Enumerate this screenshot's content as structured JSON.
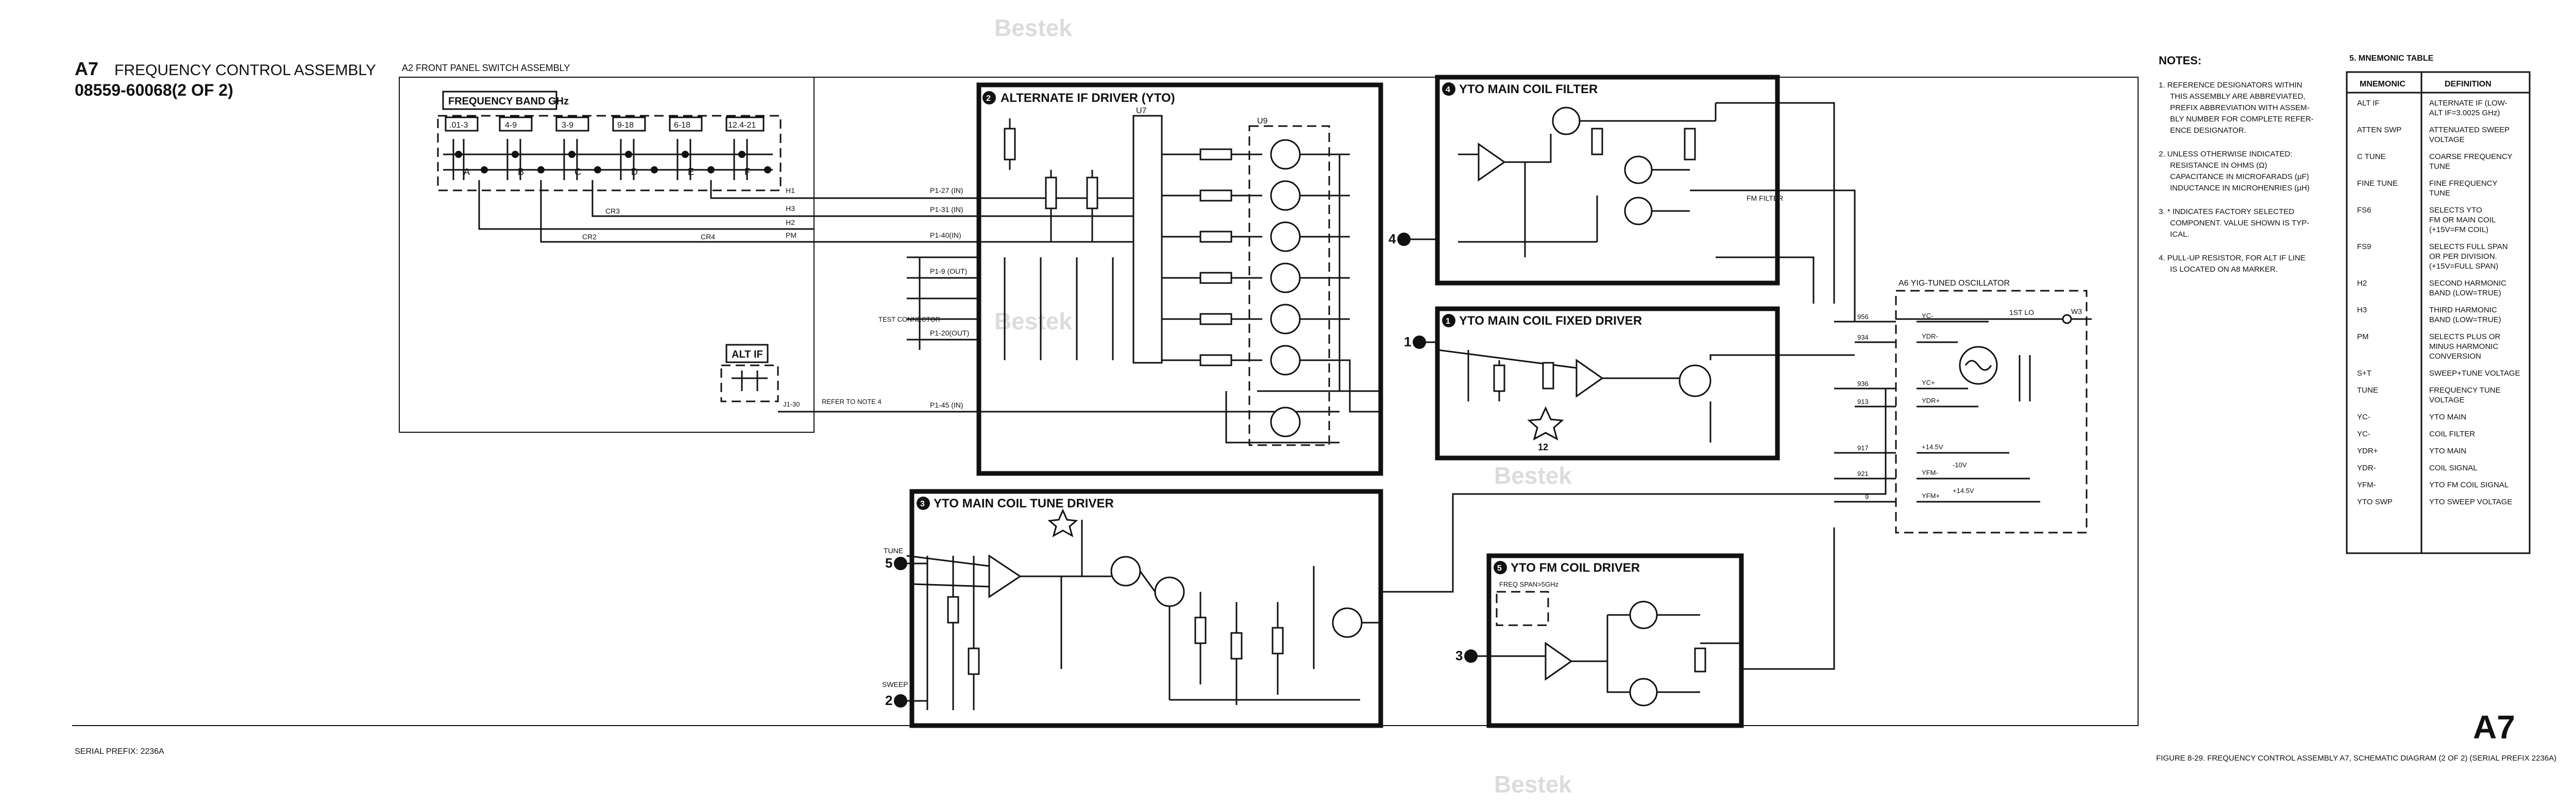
{
  "assembly": {
    "id": "A7",
    "title": "FREQUENCY CONTROL ASSEMBLY",
    "part_number": "08559-60068(2 OF 2)"
  },
  "front_panel": {
    "title": "A2 FRONT PANEL SWITCH ASSEMBLY",
    "band_title": "FREQUENCY BAND GHz",
    "bands": [
      ".01-3",
      "4-9",
      "3-9",
      "9-18",
      "6-18",
      "12.4-21"
    ],
    "band_letters": [
      "A",
      "B",
      "C",
      "D",
      "E",
      "F"
    ],
    "cr3": "CR3",
    "cr2": "CR2",
    "cr4": "CR4",
    "pins": [
      "H1",
      "H3",
      "H2",
      "PM"
    ]
  },
  "alt_if": {
    "label": "ALT IF",
    "refer_note": "REFER TO NOTE 4",
    "j10": "J1-30"
  },
  "test_connector": {
    "label": "TEST CONNECTOR"
  },
  "connector_pins": [
    "P1-27 (IN)",
    "P1-31 (IN)",
    "P1-40(IN)",
    "P1-9 (OUT)",
    "P1-20(OUT)",
    "P1-45 (IN)"
  ],
  "blocks": {
    "alt_if_driver": {
      "num": "2",
      "title": "ALTERNATE IF DRIVER (YTO)",
      "u7": "U7",
      "u9": "U9"
    },
    "coil_filter": {
      "num": "4",
      "title": "YTO MAIN COIL FILTER",
      "fm_filter": "FM FILTER"
    },
    "fixed_driver": {
      "num": "1",
      "title": "YTO MAIN COIL FIXED DRIVER"
    },
    "tune_driver": {
      "num": "3",
      "title": "YTO MAIN COIL TUNE DRIVER"
    },
    "fm_driver": {
      "num": "5",
      "title": "YTO FM COIL DRIVER",
      "freq_span": "FREQ SPAN>5GHz"
    }
  },
  "external_inputs": {
    "in4": "4",
    "in1": "1",
    "tune": {
      "num": "5",
      "label": "TUNE"
    },
    "sweep": {
      "num": "2",
      "label": "SWEEP"
    },
    "fm_in": "3",
    "test_point": "12"
  },
  "oscillator": {
    "title": "A6 YIG-TUNED OSCILLATOR",
    "ist_lo": "1ST LO",
    "output": "W3",
    "pins": [
      "YC-",
      "YDR-",
      "YC+",
      "YDR+",
      "YFM-",
      "YFM+"
    ],
    "wires": [
      "956",
      "934",
      "936",
      "913",
      "917",
      "921",
      "9"
    ],
    "vbias": [
      "+14.5V",
      "-10V",
      "+14.5V"
    ]
  },
  "notes": {
    "heading": "NOTES:",
    "items": [
      [
        "1. REFERENCE DESIGNATORS WITHIN",
        "THIS ASSEMBLY ARE ABBREVIATED,",
        "PREFIX ABBREVIATION WITH ASSEM-",
        "BLY NUMBER FOR COMPLETE REFER-",
        "ENCE DESIGNATOR."
      ],
      [
        "2. UNLESS OTHERWISE INDICATED:",
        "RESISTANCE IN OHMS (Ω)",
        "CAPACITANCE IN MICROFARADS (µF)",
        "INDUCTANCE IN MICROHENRIES (µH)"
      ],
      [
        "3. * INDICATES FACTORY SELECTED",
        "COMPONENT. VALUE SHOWN IS TYP-",
        "ICAL."
      ],
      [
        "4. PULL-UP RESISTOR, FOR ALT IF LINE",
        "IS LOCATED ON A8 MARKER."
      ]
    ]
  },
  "mnemonic_table": {
    "heading": "5. MNEMONIC TABLE",
    "col_mnemonic": "MNEMONIC",
    "col_definition": "DEFINITION",
    "rows": [
      [
        "ALT IF",
        "ALTERNATE IF (LOW-",
        "ALT IF=3.0025 GHz)"
      ],
      [
        "ATTEN SWP",
        "ATTENUATED SWEEP",
        "VOLTAGE"
      ],
      [
        "C TUNE",
        "COARSE FREQUENCY",
        "TUNE"
      ],
      [
        "FINE TUNE",
        "FINE FREQUENCY",
        "TUNE"
      ],
      [
        "FS6",
        "SELECTS YTO",
        "FM OR MAIN COIL",
        "(+15V=FM COIL)"
      ],
      [
        "FS9",
        "SELECTS FULL SPAN",
        "OR PER DIVISION.",
        "(+15V=FULL SPAN)"
      ],
      [
        "H2",
        "SECOND HARMONIC",
        "BAND (LOW=TRUE)"
      ],
      [
        "H3",
        "THIRD HARMONIC",
        "BAND (LOW=TRUE)"
      ],
      [
        "PM",
        "SELECTS PLUS OR",
        "MINUS HARMONIC",
        "CONVERSION"
      ],
      [
        "S+T",
        "SWEEP+TUNE VOLTAGE"
      ],
      [
        "TUNE",
        "FREQUENCY TUNE",
        "VOLTAGE"
      ],
      [
        "YC-",
        "YTO MAIN"
      ],
      [
        "YC-",
        "COIL FILTER"
      ],
      [
        "YDR+",
        "YTO MAIN"
      ],
      [
        "YDR-",
        "COIL SIGNAL"
      ],
      [
        "YFM-",
        "YTO FM COIL SIGNAL"
      ],
      [
        "YTO SWP",
        "YTO SWEEP VOLTAGE"
      ]
    ]
  },
  "serial_prefix": "SERIAL PREFIX: 2236A",
  "big_label": "A7",
  "figure_caption": "FIGURE 8-29.  FREQUENCY CONTROL ASSEMBLY A7, SCHEMATIC DIAGRAM (2 OF 2) (SERIAL PREFIX 2236A)",
  "watermark": "Bestek"
}
